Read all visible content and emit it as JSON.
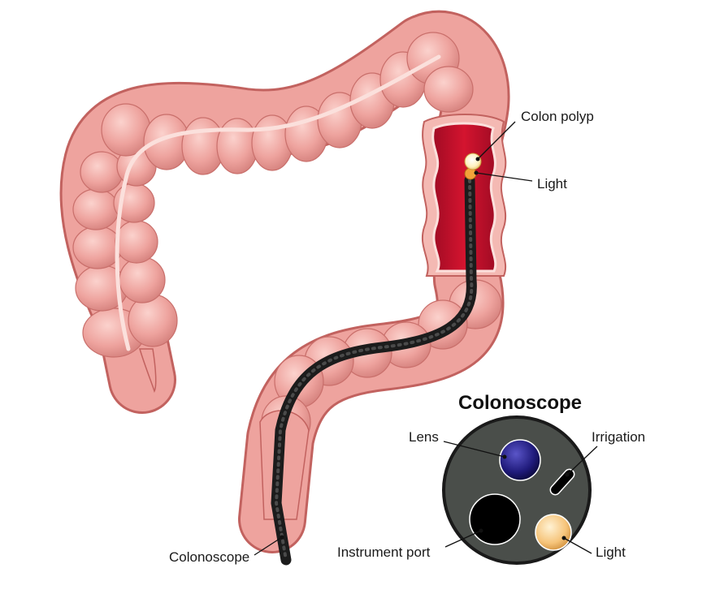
{
  "labels": {
    "colon_polyp": "Colon polyp",
    "light_top": "Light",
    "colonoscope": "Colonoscope"
  },
  "inset": {
    "title": "Colonoscope",
    "lens": "Lens",
    "irrigation": "Irrigation",
    "instrument_port": "Instrument port",
    "light": "Light"
  },
  "colors": {
    "colon_fill": "#eea39e",
    "colon_shade": "#d97f7c",
    "colon_outline": "#c2625f",
    "lumen": "#c8102e",
    "lumen_dark": "#9e0a22",
    "scope": "#2a2a2a",
    "tip_face": "#4a4e4a",
    "lens": "#1f1a7a",
    "light": "#f6c47a",
    "polyp": "#fff3c8"
  }
}
